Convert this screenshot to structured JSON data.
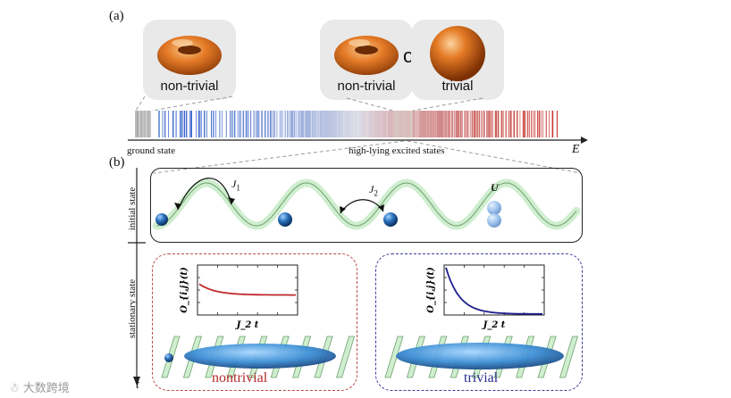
{
  "panel_a": {
    "tag": "(a)",
    "torus_label_left": "non-trivial",
    "torus_label_mid": "non-trivial",
    "or_text": "or",
    "sphere_label": "trivial",
    "ground_state_label": "ground state",
    "excited_label": "high-lying excited states",
    "energy_axis": "E"
  },
  "panel_b": {
    "tag": "(b)",
    "initial_state_label": "initial state",
    "stationary_state_label": "stationary state",
    "time_axis": "t",
    "j1_label": "J",
    "j1_sub": "1",
    "j2_label": "J",
    "j2_sub": "2",
    "u_label": "U",
    "nontrivial_label": "nontrivial",
    "trivial_label": "trivial",
    "inset_left": {
      "ylabel": "O_{i,j}(t)",
      "xlabel": "J_2 t",
      "y0": 0.62,
      "y_inf": 0.4,
      "rate": 6.0,
      "color": "#c0282a"
    },
    "inset_right": {
      "ylabel": "O_{i,j}(t)",
      "xlabel": "J_2 t",
      "y0": 0.95,
      "y_inf": 0.02,
      "rate": 7.0,
      "color": "#1f1f8c"
    }
  },
  "colors": {
    "card_bg": "#e9e9e9",
    "torus": "#e07a2a",
    "ribbon": "#cfeecf",
    "ribbon_edge": "#6fa06f",
    "ball": "#2a6fb8",
    "ellipsoid": "#3d8fd6",
    "red_dash": "#b8484a",
    "blue_dash": "#3a3e9a"
  },
  "watermark": "大数跨境"
}
